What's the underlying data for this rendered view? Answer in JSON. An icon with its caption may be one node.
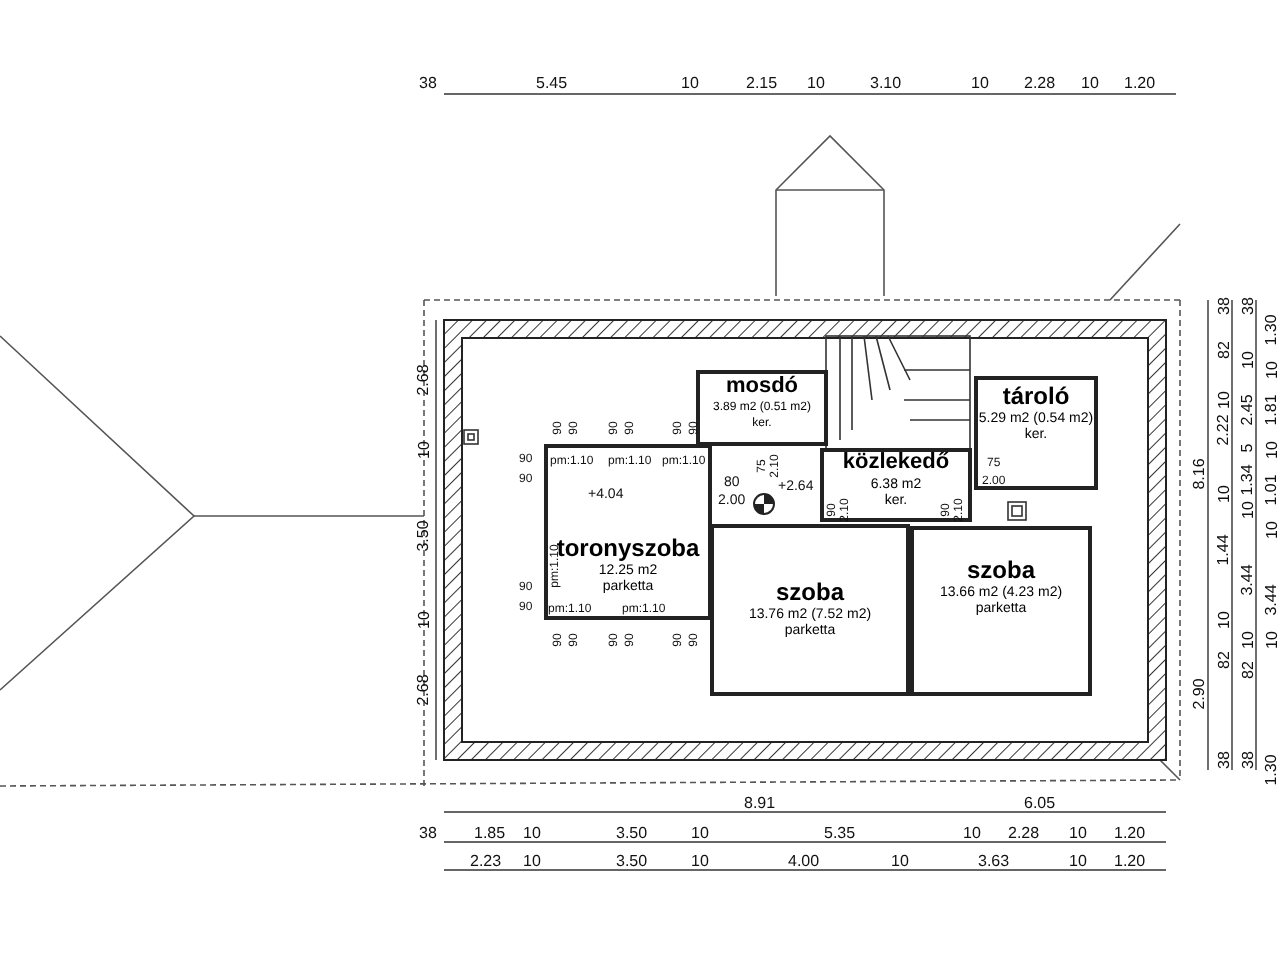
{
  "diagram": {
    "nodes": [
      {
        "text": [
          "toronyszoba",
          "12.25 m2",
          "parketta"
        ]
      },
      {
        "text": [
          "mosdó",
          "3.89 m2 (0.51 m2)",
          "ker."
        ]
      },
      {
        "text": [
          "közlekedő",
          "6.38 m2",
          "ker."
        ]
      },
      {
        "text": [
          "tároló",
          "5.29 m2 (0.54 m2)",
          "ker."
        ]
      },
      {
        "text": [
          "szoba",
          "13.76 m2 (7.52 m2)",
          "parketta"
        ]
      },
      {
        "text": [
          "szoba",
          "13.66 m2 (4.23 m2)",
          "parketta"
        ]
      }
    ],
    "labels": [
      "38",
      "5.45",
      "10",
      "2.15",
      "10",
      "3.10",
      "10",
      "2.28",
      "10",
      "1.20",
      "2.68",
      "10",
      "3.50",
      "10",
      "2.68",
      "8.16",
      "2.90",
      "38",
      "82",
      "10",
      "2.22",
      "10",
      "1.44",
      "10",
      "82",
      "38",
      "38",
      "10",
      "2.45",
      "5",
      "1.34",
      "10",
      "3.44",
      "10",
      "82",
      "38",
      "1.30",
      "10",
      "1.81",
      "10",
      "1.01",
      "10",
      "3.44",
      "10",
      "1.30",
      "8.91",
      "6.05",
      "38",
      "1.85",
      "10",
      "3.50",
      "10",
      "5.35",
      "10",
      "2.28",
      "10",
      "1.20",
      "2.23",
      "10",
      "3.50",
      "10",
      "4.00",
      "10",
      "3.63",
      "10",
      "1.20",
      "90",
      "90",
      "90",
      "90",
      "90",
      "90",
      "90",
      "pm:1.10",
      "pm:1.10",
      "pm:1.10",
      "90",
      "pm:1.10",
      "90",
      "90",
      "pm:1.10",
      "pm:1.10",
      "90",
      "90",
      "90",
      "90",
      "90",
      "90",
      "+4.04",
      "80",
      "2.00",
      "+2.64",
      "75",
      "2.10",
      "90",
      "2.10",
      "90",
      "2.10",
      "75",
      "2.00"
    ]
  }
}
